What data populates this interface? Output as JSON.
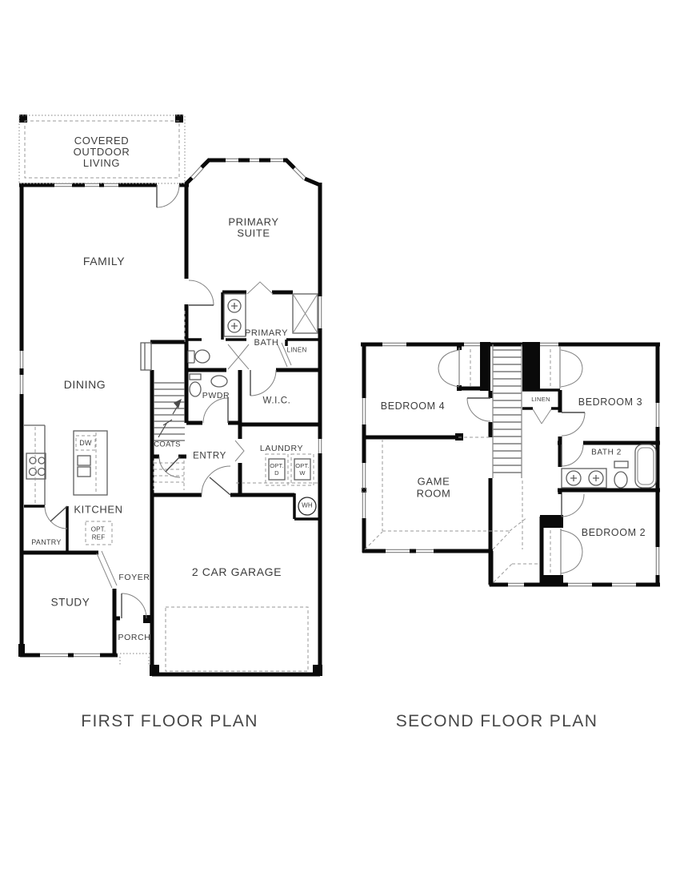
{
  "colors": {
    "wall": "#0a0a0a",
    "thin_line": "#5f5f5f",
    "dashed_line": "#9a9a9a",
    "text": "#3d3d3d"
  },
  "first_floor": {
    "caption": "FIRST FLOOR PLAN",
    "labels": {
      "covered_outdoor_living": "COVERED\nOUTDOOR\nLIVING",
      "family": "FAMILY",
      "primary_suite": "PRIMARY\nSUITE",
      "primary_bath": "PRIMARY\nBATH",
      "linen": "LINEN",
      "wic": "W.I.C.",
      "pwdr": "PWDR",
      "dining": "DINING",
      "coats": "COATS",
      "entry": "ENTRY",
      "laundry": "LAUNDRY",
      "opt_d": "OPT.\nD",
      "opt_w": "OPT.\nW",
      "wh": "WH",
      "dw": "DW",
      "kitchen": "KITCHEN",
      "opt_ref": "OPT.\nREF",
      "pantry": "PANTRY",
      "study": "STUDY",
      "foyer": "FOYER",
      "porch": "PORCH",
      "garage": "2 CAR GARAGE"
    }
  },
  "second_floor": {
    "caption": "SECOND FLOOR PLAN",
    "labels": {
      "bedroom_4": "BEDROOM 4",
      "linen": "LINEN",
      "bedroom_3": "BEDROOM 3",
      "game_room": "GAME\nROOM",
      "bath_2": "BATH 2",
      "bedroom_2": "BEDROOM 2"
    }
  }
}
